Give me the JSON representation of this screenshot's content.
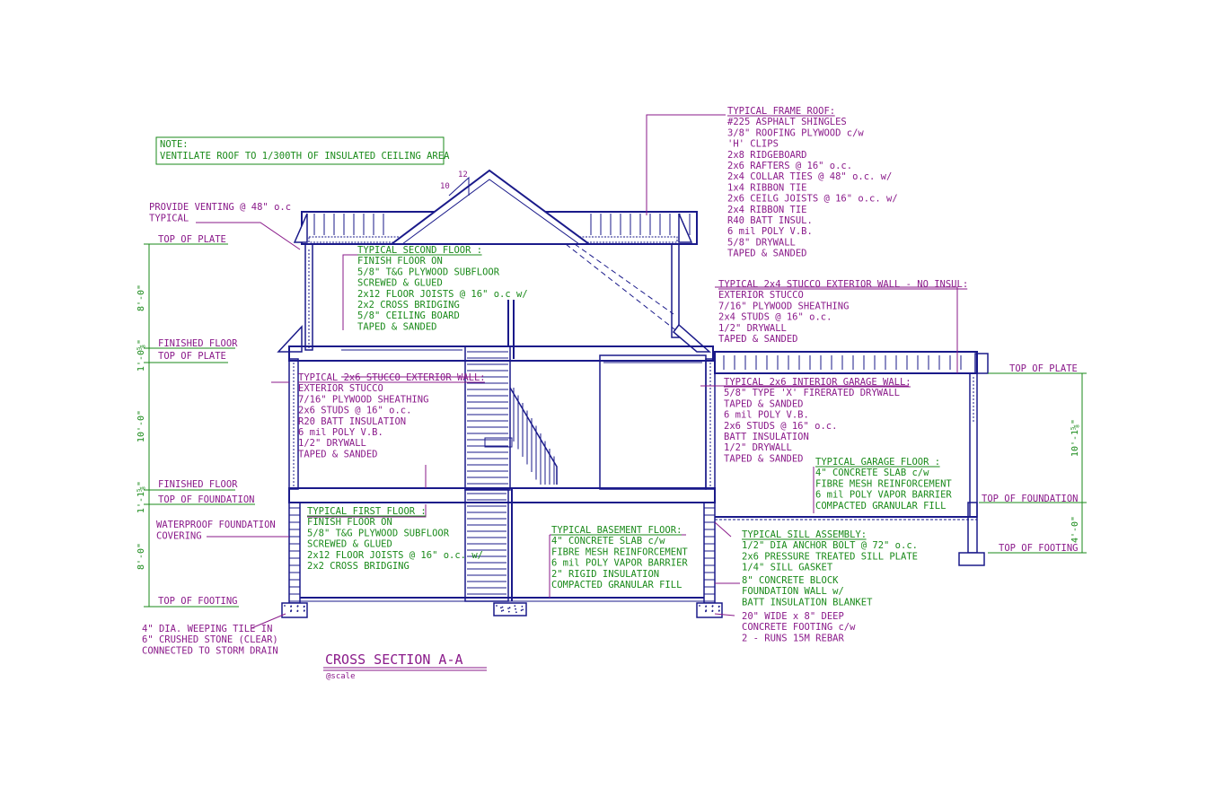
{
  "note": {
    "lines": [
      "NOTE:",
      "VENTILATE ROOF TO 1/300TH OF INSULATED CEILING AREA"
    ]
  },
  "roof": {
    "lines": [
      "TYPICAL FRAME ROOF:",
      "#225 ASPHALT SHINGLES",
      "3/8\" ROOFING PLYWOOD c/w",
      "'H' CLIPS",
      "2x8 RIDGEBOARD",
      "2x6 RAFTERS @ 16\" o.c.",
      "2x4 COLLAR TIES @ 48\" o.c. w/",
      "1x4 RIBBON TIE",
      "2x6 CEILG JOISTS @ 16\" o.c. w/",
      "2x4 RIBBON TIE",
      "R40 BATT INSUL.",
      "6 mil POLY V.B.",
      "5/8\" DRYWALL",
      "TAPED & SANDED"
    ]
  },
  "venting": {
    "lines": [
      "PROVIDE VENTING @ 48\" o.c",
      "TYPICAL"
    ]
  },
  "pitch": {
    "rise": "10",
    "run": "12"
  },
  "second_floor": {
    "lines": [
      "TYPICAL SECOND FLOOR :",
      "FINISH FLOOR ON",
      "5/8\" T&G PLYWOOD SUBFLOOR",
      "SCREWED & GLUED",
      "2x12 FLOOR JOISTS @ 16\" o.c w/",
      "2x2 CROSS BRIDGING",
      "5/8\" CEILING BOARD",
      "TAPED & SANDED"
    ]
  },
  "stucco_wall": {
    "lines": [
      "TYPICAL 2x4 STUCCO EXTERIOR WALL - NO INSUL:",
      "EXTERIOR STUCCO",
      "7/16\" PLYWOOD SHEATHING",
      "2x4 STUDS @ 16\" o.c.",
      "1/2\" DRYWALL",
      "TAPED & SANDED"
    ]
  },
  "ext_wall": {
    "lines": [
      "TYPICAL 2x6 STUCCO EXTERIOR WALL:",
      "EXTERIOR STUCCO",
      "7/16\" PLYWOOD SHEATHING",
      "2x6 STUDS @ 16\" o.c.",
      "R20 BATT INSULATION",
      "6 mil POLY V.B.",
      "1/2\" DRYWALL",
      "TAPED & SANDED"
    ]
  },
  "garage_wall": {
    "lines": [
      "TYPICAL 2x6 INTERIOR GARAGE WALL:",
      "5/8\" TYPE 'X' FIRERATED DRYWALL",
      "TAPED & SANDED",
      "6 mil POLY V.B.",
      "2x6 STUDS @ 16\" o.c.",
      "BATT INSULATION",
      "1/2\" DRYWALL",
      "TAPED & SANDED"
    ]
  },
  "garage_floor": {
    "lines": [
      "TYPICAL GARAGE FLOOR :",
      "4\" CONCRETE SLAB c/w",
      "FIBRE MESH REINFORCEMENT",
      "6 mil POLY VAPOR BARRIER",
      "COMPACTED GRANULAR FILL"
    ]
  },
  "first_floor": {
    "lines": [
      "TYPICAL FIRST FLOOR :",
      "FINISH FLOOR ON",
      "5/8\" T&G PLYWOOD SUBFLOOR",
      "SCREWED & GLUED",
      "2x12 FLOOR JOISTS @ 16\" o.c. w/",
      "2x2 CROSS BRIDGING"
    ]
  },
  "basement_floor": {
    "lines": [
      "TYPICAL BASEMENT FLOOR:",
      "4\" CONCRETE SLAB c/w",
      "FIBRE MESH REINFORCEMENT",
      "6 mil POLY VAPOR BARRIER",
      "2\" RIGID INSULATION",
      "COMPACTED GRANULAR FILL"
    ]
  },
  "sill": {
    "lines": [
      "TYPICAL SILL ASSEMBLY:",
      "1/2\" DIA ANCHOR BOLT @ 72\" o.c.",
      "2x6 PRESSURE TREATED SILL PLATE",
      "1/4\" SILL GASKET"
    ]
  },
  "block_wall": {
    "lines": [
      "8\" CONCRETE BLOCK",
      "FOUNDATION WALL w/",
      "BATT INSULATION BLANKET"
    ]
  },
  "footing": {
    "lines": [
      "20\" WIDE x 8\" DEEP",
      "CONCRETE FOOTING c/w",
      "2 - RUNS 15M REBAR"
    ]
  },
  "waterproof": {
    "lines": [
      "WATERPROOF FOUNDATION",
      "COVERING"
    ]
  },
  "weeping": {
    "lines": [
      "4\" DIA. WEEPING TILE IN",
      "6\" CRUSHED STONE (CLEAR)",
      "CONNECTED TO STORM DRAIN"
    ]
  },
  "levels": {
    "top_of_plate_upper": "TOP OF PLATE",
    "finished_floor_upper": "FINISHED FLOOR",
    "top_of_plate_lower": "TOP OF PLATE",
    "finished_floor_lower": "FINISHED FLOOR",
    "top_of_foundation": "TOP OF FOUNDATION",
    "top_of_footing": "TOP OF FOOTING",
    "garage_top_of_plate": "TOP OF PLATE",
    "garage_top_of_foundation": "TOP OF FOUNDATION",
    "garage_top_of_footing": "TOP OF FOOTING"
  },
  "dimensions": {
    "upper_wall": "8'-0\"",
    "upper_floor": "1'-0⅝\"",
    "main_wall": "10'-0\"",
    "main_floor": "1'-1⅝\"",
    "basement_wall": "8'-0\"",
    "garage_wall": "10'-1⅝\"",
    "garage_foundation": "4'-0\""
  },
  "title": {
    "text": "CROSS SECTION A-A",
    "scale": "@scale"
  },
  "colors": {
    "drawing": "#1a1a8a",
    "label_purple": "#8a1a8a",
    "label_green": "#1a8a1a"
  }
}
